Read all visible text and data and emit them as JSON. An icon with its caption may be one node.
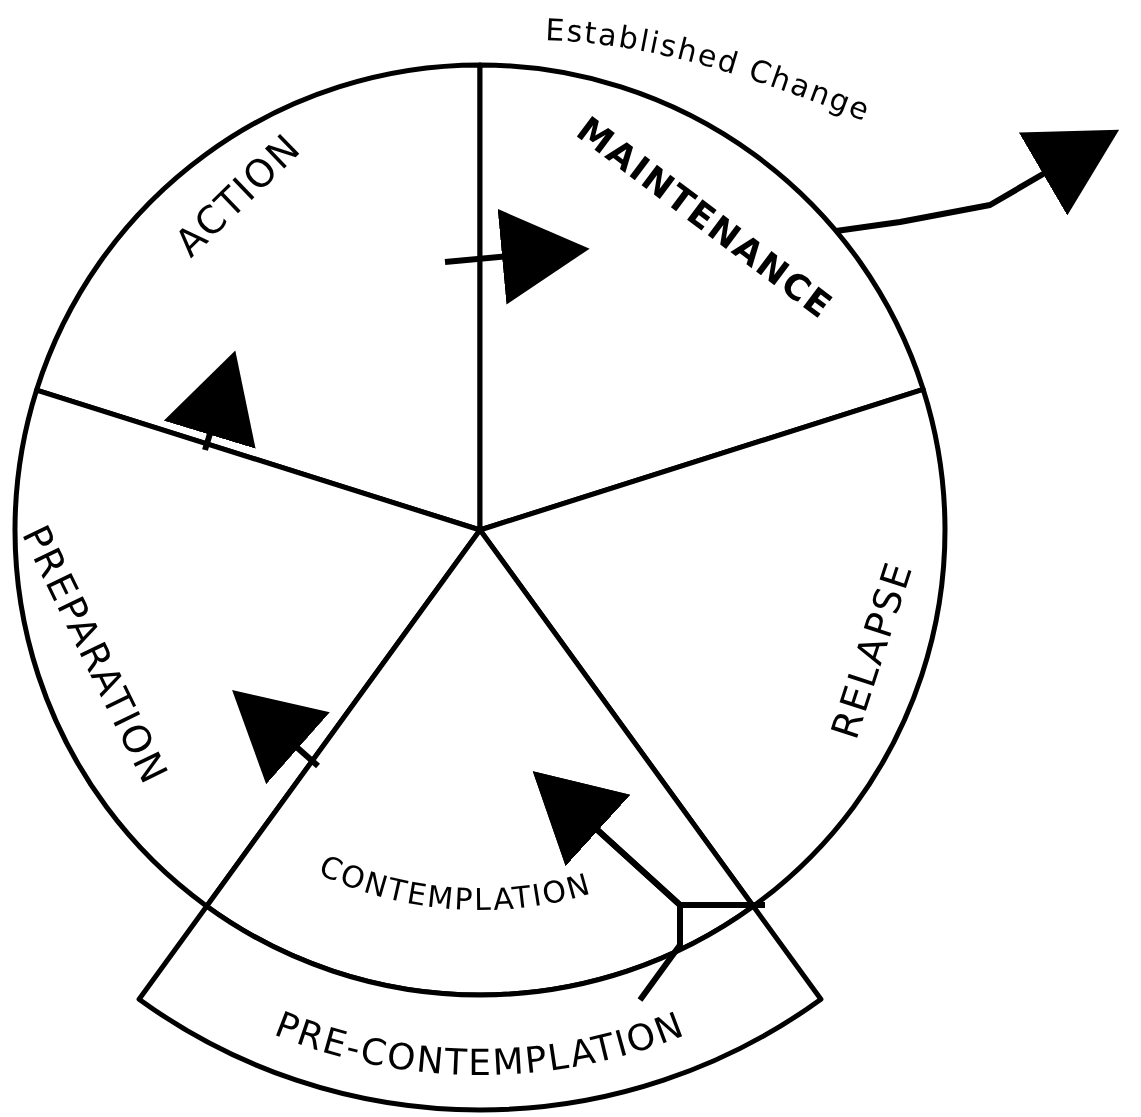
{
  "diagram": {
    "nodes": [
      {
        "text": [
          "ACTION"
        ]
      },
      {
        "text": [
          "MAINTENANCE"
        ]
      },
      {
        "text": [
          "PREPARATION"
        ]
      },
      {
        "text": [
          "RELAPSE"
        ]
      },
      {
        "text": [
          "CONTEMPLATION"
        ]
      },
      {
        "text": [
          "PRE-CONTEMPLATION"
        ]
      }
    ],
    "edges": [
      {
        "from": 2,
        "to": 0,
        "arrow": "to"
      },
      {
        "from": 0,
        "to": 1,
        "arrow": "to"
      },
      {
        "from": 1,
        "to": null,
        "arrow": "to",
        "label": "Established Change"
      },
      {
        "from": 3,
        "to": 4,
        "arrow": "to"
      },
      {
        "from": 5,
        "to": 4,
        "arrow": "to"
      },
      {
        "from": 4,
        "to": 2,
        "arrow": "to"
      }
    ]
  }
}
